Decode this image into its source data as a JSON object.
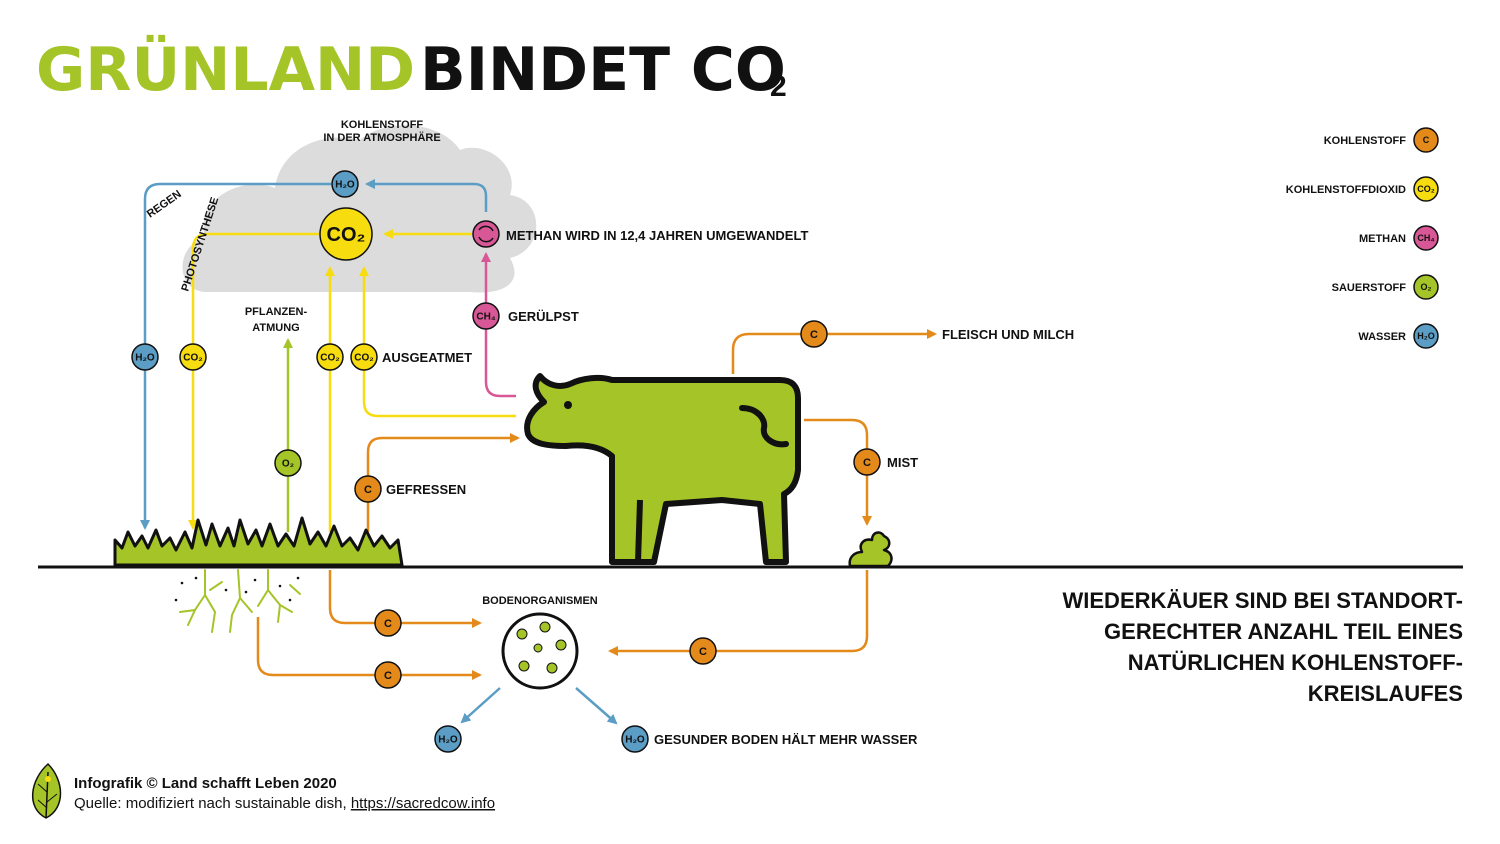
{
  "title": {
    "part1": "GRÜNLAND",
    "part2": "BINDET CO",
    "sub2": "2"
  },
  "colors": {
    "green": "#a5c427",
    "blue": "#5b9dc4",
    "yellow": "#f7dc10",
    "orange": "#e48a1b",
    "pink": "#d85796",
    "grey": "#dcdcdc",
    "black": "#111111"
  },
  "cloud": {
    "label_line1": "KOHLENSTOFF",
    "label_line2": "IN DER ATMOSPHÄRE",
    "co2": "CO₂"
  },
  "badges": {
    "h2o": "H₂O",
    "co2": "CO₂",
    "o2": "O₂",
    "c": "C",
    "ch4": "CH₄"
  },
  "labels": {
    "regen": "REGEN",
    "photosynthese": "PHOTOSYNTHESE",
    "methan_umgewandelt": "METHAN WIRD IN 12,4 JAHREN UMGEWANDELT",
    "pflanzen1": "PFLANZEN-",
    "pflanzen2": "ATMUNG",
    "ausgeatmet": "AUSGEATMET",
    "geruelpst": "GERÜLPST",
    "fleisch": "FLEISCH UND MILCH",
    "mist": "MIST",
    "gefressen": "GEFRESSEN",
    "bodenorganismen": "BODENORGANISMEN",
    "gesunder_boden": "GESUNDER BODEN HÄLT MEHR WASSER"
  },
  "legend": [
    {
      "label": "KOHLENSTOFF",
      "badge": "C",
      "color": "#e48a1b"
    },
    {
      "label": "KOHLENSTOFFDIOXID",
      "badge": "CO₂",
      "color": "#f7dc10"
    },
    {
      "label": "METHAN",
      "badge": "CH₄",
      "color": "#d85796"
    },
    {
      "label": "SAUERSTOFF",
      "badge": "O₂",
      "color": "#a5c427"
    },
    {
      "label": "WASSER",
      "badge": "H₂O",
      "color": "#5b9dc4"
    }
  ],
  "statement": [
    "WIEDERKÄUER SIND BEI STANDORT-",
    "GERECHTER ANZAHL TEIL EINES",
    "NATÜRLICHEN KOHLENSTOFF-",
    "KREISLAUFES"
  ],
  "credit": {
    "line1": "Infografik © Land schafft Leben 2020",
    "line2_prefix": "Quelle: modifiziert nach sustainable dish, ",
    "line2_link": "https://sacredcow.info"
  }
}
